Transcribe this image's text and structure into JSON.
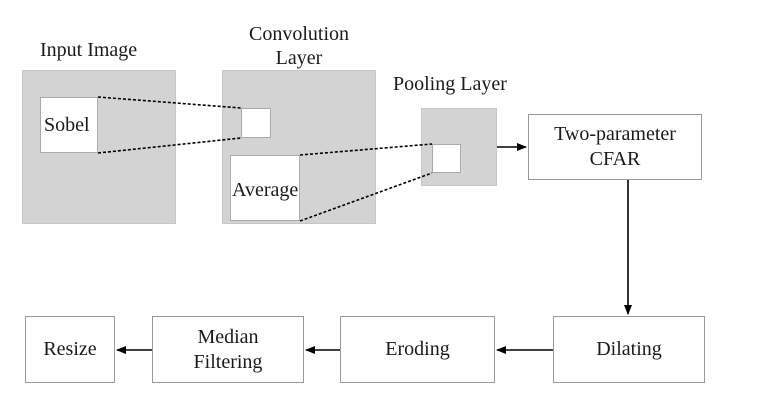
{
  "labels": {
    "input_image": "Input Image",
    "convolution_line1": "Convolution",
    "convolution_line2": "Layer",
    "pooling_layer": "Pooling Layer",
    "sobel": "Sobel",
    "average": "Average"
  },
  "process_boxes": {
    "cfar_line1": "Two-parameter",
    "cfar_line2": "CFAR",
    "dilating": "Dilating",
    "eroding": "Eroding",
    "median_line1": "Median",
    "median_line2": "Filtering",
    "resize": "Resize"
  },
  "colors": {
    "layer_fill": "#d3d3d3",
    "box_border": "#9a9a9a",
    "arrow": "#000000"
  }
}
